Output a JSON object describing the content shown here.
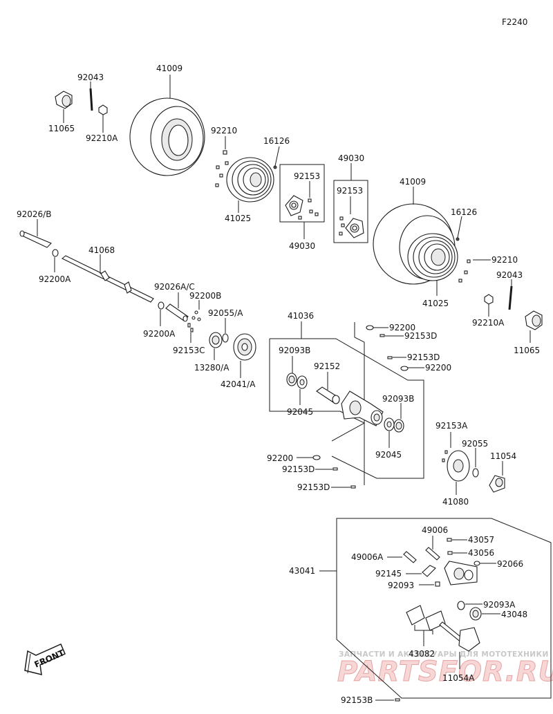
{
  "figure_code": "F2240",
  "labels": {
    "p92043_a": "92043",
    "p41009_a": "41009",
    "p11065_a": "11065",
    "p92210A_a": "92210A",
    "p92210_a": "92210",
    "p16126_a": "16126",
    "p92153_a": "92153",
    "p41025_a": "41025",
    "p49030_a": "49030",
    "p49030_b": "49030",
    "p92153_b": "92153",
    "p41009_b": "41009",
    "p16126_b": "16126",
    "p92210_b": "92210",
    "p92043_b": "92043",
    "p41025_b": "41025",
    "p92210A_b": "92210A",
    "p11065_b": "11065",
    "p92026B": "92026/B",
    "p41068": "41068",
    "p92200A_a": "92200A",
    "p92026AC": "92026A/C",
    "p92200B": "92200B",
    "p92055A": "92055/A",
    "p92200A_b": "92200A",
    "p92153C": "92153C",
    "p13280A": "13280/A",
    "p42041A": "42041/A",
    "p41036": "41036",
    "p92200_a": "92200",
    "p92153D_a": "92153D",
    "p92093B_a": "92093B",
    "p92152": "92152",
    "p92153D_b": "92153D",
    "p92200_b": "92200",
    "p92093B_b": "92093B",
    "p92045_a": "92045",
    "p92045_b": "92045",
    "p92153A": "92153A",
    "p92055": "92055",
    "p11054": "11054",
    "p92200_c": "92200",
    "p92153D_c": "92153D",
    "p92153D_d": "92153D",
    "p41080": "41080",
    "p49006": "49006",
    "p43057": "43057",
    "p49006A": "49006A",
    "p43056": "43056",
    "p43041": "43041",
    "p92066": "92066",
    "p92145": "92145",
    "p92093": "92093",
    "p92093A": "92093A",
    "p43048": "43048",
    "p43082": "43082",
    "p11054A": "11054A",
    "p92153B": "92153B"
  },
  "front_label": "FRONT",
  "watermark": {
    "line1": "ЗАПЧАСТИ И АКСЕССУАРЫ ДЛЯ МОТОТЕХНИКИ",
    "logo": "PARTSFOR.RU"
  }
}
